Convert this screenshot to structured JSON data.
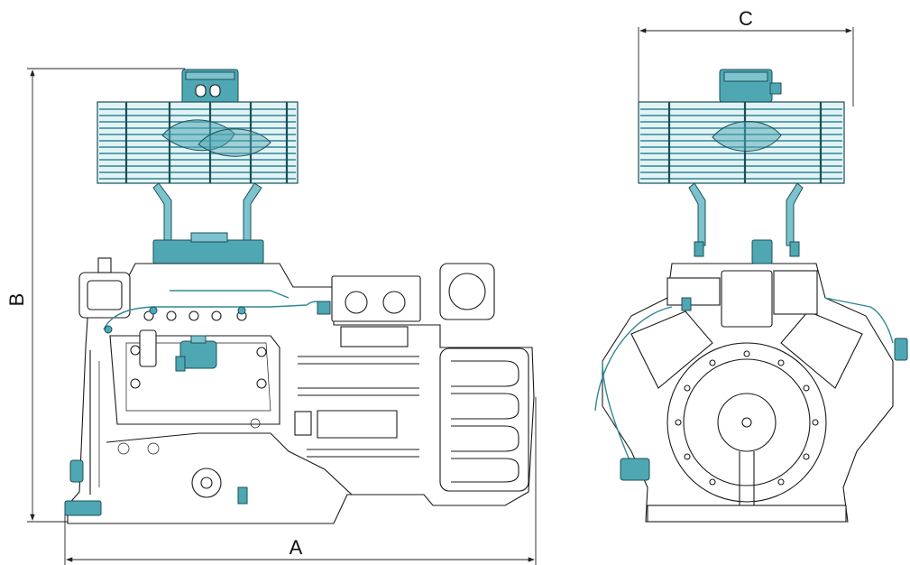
{
  "dimensions": {
    "length_label": "A",
    "height_label": "B",
    "width_label": "C"
  },
  "colors": {
    "accessory": "#4fa7b4",
    "line": "#1a1a1a"
  }
}
